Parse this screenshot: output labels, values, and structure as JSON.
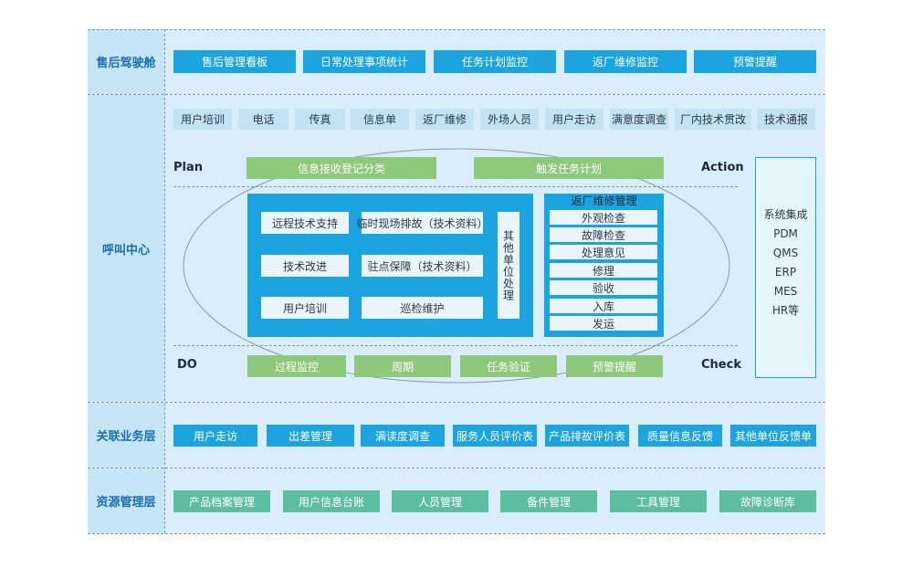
{
  "rows": {
    "cockpit": {
      "label": "售后驾驶舱",
      "items": [
        "售后管理看板",
        "日常处理事项统计",
        "任务计划监控",
        "返厂维修监控",
        "预警提醒"
      ]
    },
    "call_center": {
      "label": "呼叫中心",
      "channels": [
        "用户培训",
        "电话",
        "传真",
        "信息单",
        "返厂维修",
        "外场人员",
        "用户走访",
        "满意度调查",
        "厂内技术贯改",
        "技术通报"
      ],
      "plan": "Plan",
      "action": "Action",
      "do": "DO",
      "check": "Check",
      "plan_box": "信息接收登记分类",
      "action_box": "触发任务计划",
      "inner_left": [
        "远程技术支持",
        "临时现场排故（技术资料）",
        "技术改进",
        "驻点保障（技术资料）",
        "用户培训",
        "巡检维护"
      ],
      "inner_vertical": "其他单位处理",
      "repair": {
        "title": "返厂维修管理",
        "steps": [
          "外观检查",
          "故障检查",
          "处理意见",
          "修理",
          "验收",
          "入库",
          "发运"
        ]
      },
      "do_check_boxes": [
        "过程监控",
        "周期",
        "任务验证",
        "预警提醒"
      ],
      "systems": [
        "系统集成",
        "PDM",
        "QMS",
        "ERP",
        "MES",
        "HR等"
      ]
    },
    "business": {
      "label": "关联业务层",
      "items": [
        "用户走访",
        "出差管理",
        "满读度调查",
        "服务人员评价表",
        "产品排故评价表",
        "质量信息反馈",
        "其他单位反馈单"
      ]
    },
    "resource": {
      "label": "资源管理层",
      "items": [
        "产品档案管理",
        "用户信息台账",
        "人员管理",
        "备件管理",
        "工具管理",
        "故障诊断库"
      ]
    }
  }
}
